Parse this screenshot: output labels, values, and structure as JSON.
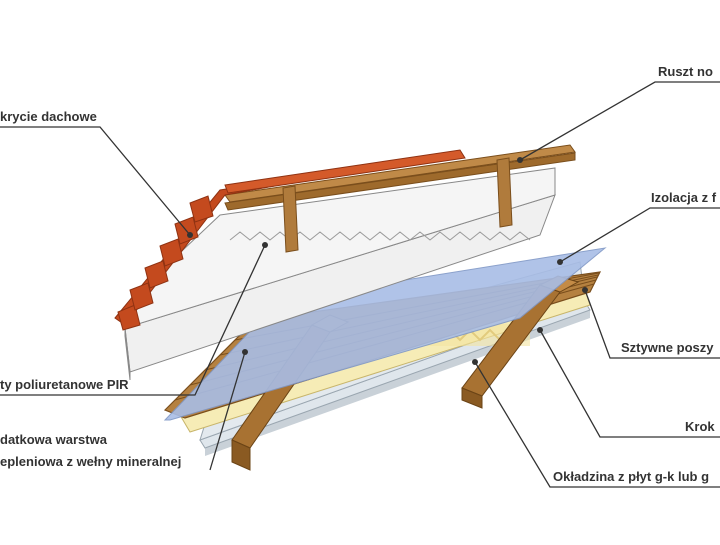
{
  "labels": {
    "roof_covering": "krycie dachowe",
    "batten_frame": "Ruszt no",
    "pir_panels": "ty poliuretanowe PIR",
    "membrane": "Izolacja z f",
    "sheathing": "Sztywne poszy",
    "rafters": "Krok",
    "mineral_wool_line1": "datkowa warstwa",
    "mineral_wool_line2": "epleniowa z wełny mineralnej",
    "drywall": "Okładzina z płyt g-k lub g"
  },
  "colors": {
    "tile": "#c44a1e",
    "tile_dark": "#8f3212",
    "wood": "#b07b3c",
    "wood_dark": "#7a4e1c",
    "pir": "#efefef",
    "membrane": "#a8bde6",
    "wool": "#f6ecb6",
    "drywall": "#dfe6ec",
    "leader": "#333333"
  }
}
